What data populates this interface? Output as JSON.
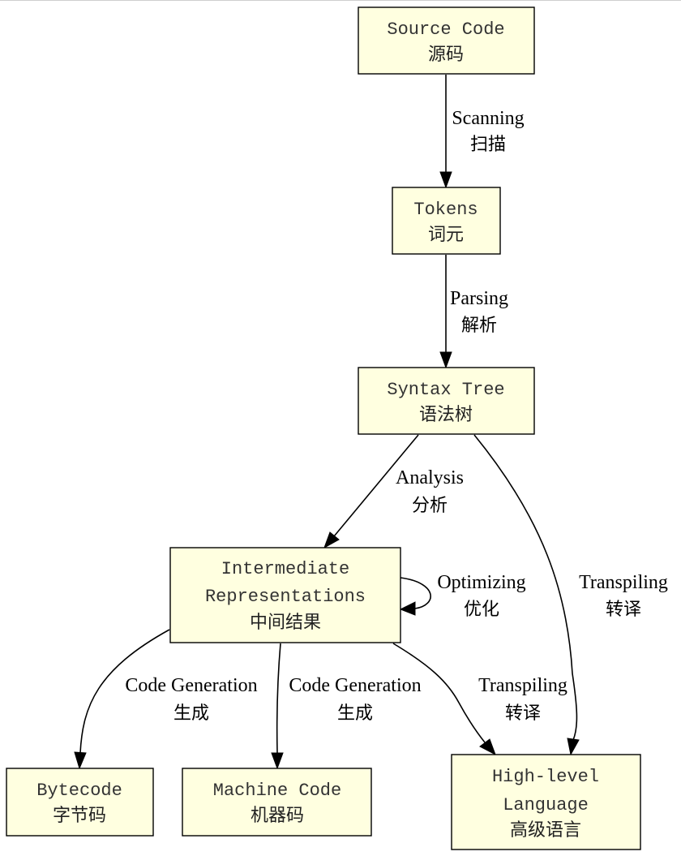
{
  "nodes": {
    "source": {
      "en": "Source Code",
      "cn": "源码"
    },
    "tokens": {
      "en": "Tokens",
      "cn": "词元"
    },
    "tree": {
      "en": "Syntax Tree",
      "cn": "语法树"
    },
    "ir": {
      "en1": "Intermediate",
      "en2": "Representations",
      "cn": "中间结果"
    },
    "bytecode": {
      "en": "Bytecode",
      "cn": "字节码"
    },
    "machine": {
      "en": "Machine Code",
      "cn": "机器码"
    },
    "highlevel": {
      "en1": "High-level",
      "en2": "Language",
      "cn": "高级语言"
    }
  },
  "edges": {
    "scanning": {
      "en": "Scanning",
      "cn": "扫描"
    },
    "parsing": {
      "en": "Parsing",
      "cn": "解析"
    },
    "analysis": {
      "en": "Analysis",
      "cn": "分析"
    },
    "optimizing": {
      "en": "Optimizing",
      "cn": "优化"
    },
    "transpiling_tree": {
      "en": "Transpiling",
      "cn": "转译"
    },
    "codegen_bytecode": {
      "en": "Code Generation",
      "cn": "生成"
    },
    "codegen_machine": {
      "en": "Code Generation",
      "cn": "生成"
    },
    "transpiling_ir": {
      "en": "Transpiling",
      "cn": "转译"
    }
  },
  "colors": {
    "node_fill": "#ffffe0",
    "stroke": "#000000"
  }
}
